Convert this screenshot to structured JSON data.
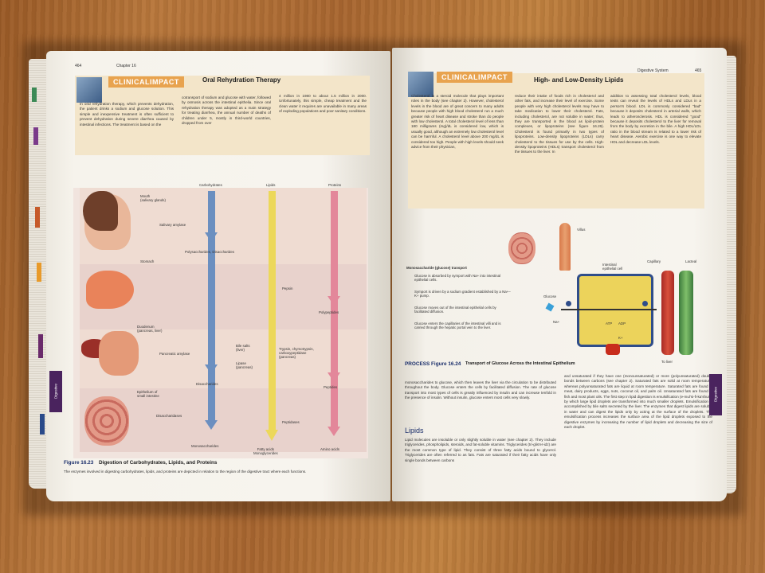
{
  "left_page": {
    "page_number": "464",
    "running_head": "Chapter 16",
    "impact_label": "CLINICALIMPACT",
    "impact_title": "Oral Rehydration Therapy",
    "impact_col1": "In oral rehydration therapy, which prevents dehydration, the patient drinks a sodium and glucose solution. This simple and inexpensive treatment is often sufficient to prevent dehydration during severe diarrhea caused by intestinal infections. The treatment is based on the",
    "impact_col2": "cotransport of sodium and glucose with water, followed by osmosis across the intestinal epithelia. Since oral rehydration therapy was adopted as a main strategy for treating diarrhea, the annual number of deaths of children under 5, mostly in third-world countries, dropped from over",
    "impact_col3": "4 million in 1980 to about 1.5 million in 2000. Unfortunately, this simple, cheap treatment and the clean water it requires are unavailable in many areas of exploding populations and poor sanitary conditions.",
    "side_tab": "Digestive",
    "diagram": {
      "col_carbs": "Carbohydrates",
      "col_lipids": "Lipids",
      "col_proteins": "Proteins",
      "mouth": "Mouth\n(salivary glands)",
      "salivary_amylase": "Salivary amylase",
      "polysaccharides": "Polysaccharides, Disaccharides",
      "stomach": "Stomach",
      "pepsin": "Pepsin",
      "polypeptides": "Polypeptides",
      "duodenum": "Duodenum\n(pancreas, liver)",
      "pancreatic_amylase": "Pancreatic amylase",
      "bile_salts": "Bile salts\n(liver)",
      "lipase": "Lipase\n(pancreas)",
      "trypsin": "Trypsin, chymotrypsin,\ncarboxypeptidase\n(pancreas)",
      "disaccharides": "Disaccharides",
      "peptides": "Peptides",
      "epithelium": "Epithelium of\nsmall intestine",
      "disaccharidases": "Disaccharidases",
      "peptidases": "Peptidases",
      "monosaccharides": "Monosaccharides",
      "fatty_acids": "Fatty acids\nMonoglycerides",
      "amino_acids": "Amino acids"
    },
    "figure_caption_num": "Figure 16.23",
    "figure_caption_title": "Digestion of Carbohydrates, Lipids, and Proteins",
    "figure_caption_sub": "The enzymes involved in digesting carbohydrates, lipids, and proteins are depicted in relation to the region of the digestive tract where each functions."
  },
  "right_page": {
    "page_number": "465",
    "running_head": "Digestive System",
    "impact_label": "CLINICALIMPACT",
    "impact_title": "High- and Low-Density Lipids",
    "impact_col1": "Cholesterol is a steroid molecule that plays important roles in the body (see chapter 2). However, cholesterol levels in the blood are of great concern to many adults because people with high blood cholesterol run a much greater risk of heart disease and stroke than do people with low cholesterol. A total cholesterol level of less than 180 milligrams (mg)/dL is considered low, which is usually good, although an extremely low cholesterol level can be harmful. A cholesterol level above 200 mg/dL is considered too high. People with high levels should seek advice from their physician,",
    "impact_col2": "reduce their intake of foods rich in cholesterol and other fats, and increase their level of exercise. Some people with very high cholesterol levels may have to take medication to lower their cholesterol. Fats, including cholesterol, are not soluble in water; thus, they are transported in the blood as lipid-protein complexes, or lipoproteins (see figure 16.26). Cholesterol is found primarily in two types of lipoproteins. Low-density lipoproteins (LDLs) carry cholesterol to the tissues for use by the cells. High-density lipoproteins (HDLs) transport cholesterol from the tissues to the liver. In",
    "impact_col3": "addition to assessing total cholesterol levels, blood tests can reveal the levels of HDLs and LDLs in a person's blood. LDL is commonly considered \"bad\" because it deposits cholesterol in arterial walls, which leads to atherosclerosis. HDL is considered \"good\" because it deposits cholesterol to the liver for removal from the body by excretion in the bile. A high HDL/LDL ratio in the blood stream is related to a lower risk of heart disease. Aerobic exercise is one way to elevate HDL and decrease LDL levels.",
    "diagram": {
      "villus": "Villus",
      "intestinal_cell": "Intestinal\nepithelial cell",
      "capillary": "Capillary",
      "lacteal": "Lacteal",
      "glucose": "Glucose",
      "na": "Na+",
      "atp": "ATP",
      "adp": "ADP",
      "k": "K+",
      "to_liver": "To liver",
      "transport_title": "Monosaccharide (glucose) transport",
      "step1": "Glucose is absorbed by symport with Na+ into intestinal epithelial cells.",
      "step2": "Symport is driven by a sodium gradient established by a Na+–K+ pump.",
      "step3": "Glucose moves out of the intestinal epithelial cells by facilitated diffusion.",
      "step4": "Glucose enters the capillaries of the intestinal villi and is carried through the hepatic portal vein to the liver."
    },
    "process_num": "PROCESS Figure 16.24",
    "process_title": "Transport of Glucose Across the Intestinal Epithelium",
    "body_col1": "monosaccharides to glucose, which then leaves the liver via the circulation to be distributed throughout the body. Glucose enters the cells by facilitated diffusion. The rate of glucose transport into most types of cells is greatly influenced by insulin and can increase tenfold in the presence of insulin. Without insulin, glucose enters most cells very slowly.",
    "lipids_heading": "Lipids",
    "body_col1b": "Lipid molecules are insoluble or only slightly soluble in water (see chapter 2). They include triglycerides, phospholipids, steroids, and fat-soluble vitamins. Triglycerides (tri-glis'er-idz) are the most common type of lipid. They consist of three fatty acids bound to glycerol. Triglycerides are often referred to as fats. Fats are saturated if their fatty acids have only single bonds between carbons",
    "body_col2": "and unsaturated if they have one (monounsaturated) or more (polyunsaturated) double bonds between carbons (see chapter 2). Saturated fats are solid at room temperature, whereas polyunsaturated fats are liquid at room temperature. Saturated fats are found in meat, dairy products, eggs, nuts, coconut oil, and palm oil. Unsaturated fats are found in fish and most plant oils. The first step in lipid digestion is emulsification (e-mul'si-fi-ka'shun), by which large lipid droplets are transformed into much smaller droplets. Emulsification is accomplished by bile salts secreted by the liver. The enzymes that digest lipids are soluble in water and can digest the lipids only by acting at the surface of the droplets. The emulsification process increases the surface area of the lipid droplets exposed to the digestive enzymes by increasing the number of lipid droplets and decreasing the size of each droplet.",
    "side_tab": "Digestive"
  },
  "colors": {
    "wood": "#b07038",
    "impact_orange": "#e8a34f",
    "carb_blue": "#6b8fc0",
    "lipid_yellow": "#ecd85a",
    "protein_pink": "#e3879a",
    "caption_blue": "#1b2f6b",
    "tab_purple": "#4a235e"
  }
}
